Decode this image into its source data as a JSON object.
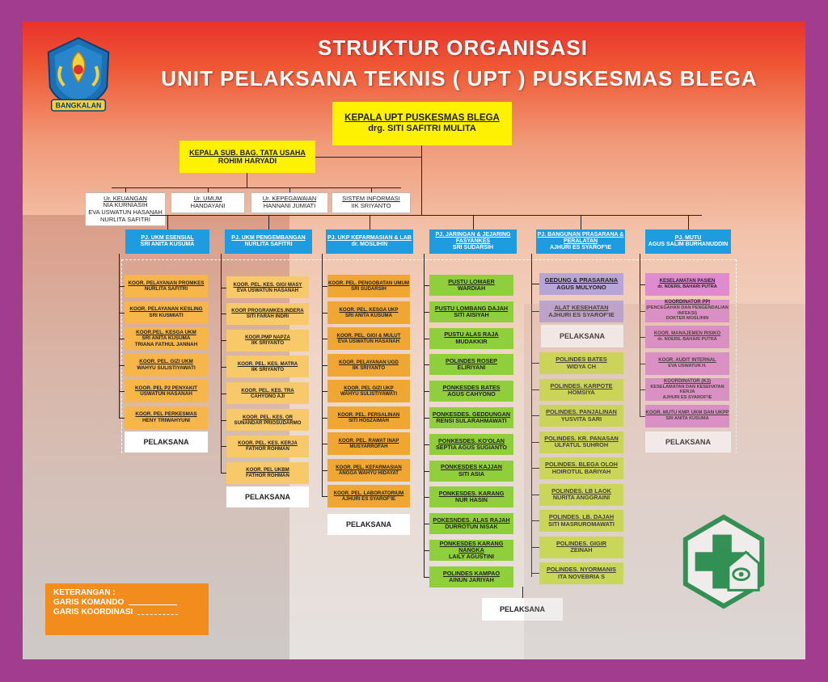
{
  "header": {
    "line1": "STRUKTUR ORGANISASI",
    "line2": "UNIT PELAKSANA TEKNIS ( UPT ) PUSKESMAS BLEGA",
    "logo_text": "BANGKALAN"
  },
  "head": {
    "title": "KEPALA UPT PUSKESMAS BLEGA",
    "name": "drg. SITI SAFITRI MULITA"
  },
  "tu": {
    "title": "KEPALA SUB. BAG. TATA USAHA",
    "name": "ROHIM HARYADI"
  },
  "units": [
    {
      "title": "Ur. KEUANGAN",
      "lines": [
        "NIA KURNIASIH",
        "EVA USWATUN HASANAH",
        "NURLITA SAFITRI"
      ]
    },
    {
      "title": "Ur. UMUM",
      "lines": [
        "HANDAYANI"
      ]
    },
    {
      "title": "Ur. KEPEGAWAIAN",
      "lines": [
        "HANNANI JUMIATI"
      ]
    },
    {
      "title": "SISTEM INFORMASI",
      "lines": [
        "IIK SRIYANTO"
      ]
    }
  ],
  "pj": [
    {
      "title": "PJ. UKM ESENSIAL",
      "name": "SRI ANITA KUSUMA"
    },
    {
      "title": "PJ. UKM PENGEMBANGAN",
      "name": "NURLITA SAFITRI"
    },
    {
      "title": "PJ. UKP KEFARMASIAN & LAB",
      "name": "dr. MOSLIHIN"
    },
    {
      "title": "PJ. JARINGAN & JEJARING FASYANKES",
      "name": "SRI SUDARSIH"
    },
    {
      "title": "PJ. BANGUNAN PRASARANA & PERALATAN",
      "name": "AJHURI ES SYAROF'IE"
    },
    {
      "title": "PJ. MUTU",
      "name": "AGUS SALIM BURHANUDDIN"
    }
  ],
  "col1": [
    {
      "t": "KOOR. PELAYANAN PROMKES",
      "n": "NURLITA SAFITRI"
    },
    {
      "t": "KOOR. PELAYANAN KESLING",
      "n": "SRI KUSMIATI"
    },
    {
      "t": "KOOR.PEL. KESGA UKM",
      "n": "SRI ANITA KUSUMA\nTRIANA FATHUL JANNAH"
    },
    {
      "t": "KOOR. PEL. GIZI UKM",
      "n": "WAHYU SULISTIYAWATI"
    },
    {
      "t": "KOOR. PEL P2 PENYAKIT",
      "n": "USWATUN HASANAH"
    },
    {
      "t": "KOOR. PEL PERKESMAS",
      "n": "HENY TRIWAHYUNI"
    }
  ],
  "col2": [
    {
      "t": "KOOR. PEL. KES. GIGI MASY",
      "n": "EVA USWATUN HASANAH"
    },
    {
      "t": "KOOR PROGRAMKES.INDERA",
      "n": "SITI FARAH INDRI"
    },
    {
      "t": "KOOR.PMP NAPZA",
      "n": "IIK SRIYANTO"
    },
    {
      "t": "KOOR. PEL. KES. MATRA",
      "n": "IIK SRIYANTO"
    },
    {
      "t": "KOOR. PEL. KES. TRA",
      "n": "CAHYONO AJI"
    },
    {
      "t": "KOOR. PEL. KES. OR",
      "n": "SUNANDAR PRIOSUDARMO"
    },
    {
      "t": "KOOR. PEL. KES. KERJA",
      "n": "FATHOR ROHMAN"
    },
    {
      "t": "KOOR. PEL UKBM",
      "n": "FATHOR ROHMAN"
    }
  ],
  "col3": [
    {
      "t": "KOOR. PEL. PENGOBATAN UMUM",
      "n": "SRI SUDARSIH"
    },
    {
      "t": "KOOR. PEL. KESGA UKP",
      "n": "SRI ANITA KUSUMA"
    },
    {
      "t": "KOOR. PEL. GIGI & MULUT",
      "n": "EVA USWATUN HASANAH"
    },
    {
      "t": "KOOR. PELAYANAN UGD",
      "n": "IIK SRIYANTO"
    },
    {
      "t": "KOOR. PEL GIZI UKP",
      "n": "WAHYU SULISTIYAWATI"
    },
    {
      "t": "KOOR. PEL. PERSALINAN",
      "n": "SITI HOSZAIMAH"
    },
    {
      "t": "KOOR. PEL. RAWAT INAP",
      "n": "MUSYARROFAH"
    },
    {
      "t": "KOOR. PEL. KEFARMASIAN",
      "n": "ANGGA WAHYU HIDAYAT"
    },
    {
      "t": "KOOR. PEL. LABORATORIUM",
      "n": "AJHURI ES SYAROF'IE"
    }
  ],
  "col4": [
    {
      "t": "PUSTU LOMAER",
      "n": "WARDIAH"
    },
    {
      "t": "PUSTU LOMBANG DAJAH",
      "n": "SITI AISIYAH"
    },
    {
      "t": "PUSTU ALAS RAJA",
      "n": "MUDAKKIR"
    },
    {
      "t": "POLINDES ROSEP",
      "n": "ELIRIYANI"
    },
    {
      "t": "PONKESDES BATES",
      "n": "AGUS CAHYONO"
    },
    {
      "t": "PONKESDES. GEDDUNGAN",
      "n": "RENSI SULARAHMAWATI"
    },
    {
      "t": "PONKESDES. KO'OLAN",
      "n": "SEPTIA AGUS SUGIANTO"
    },
    {
      "t": "PONKESDES KAJJAN",
      "n": "SITI ASIA"
    },
    {
      "t": "PONKESDES. KARANG",
      "n": "NUR HASIN"
    },
    {
      "t": "POKESNDES. ALAS RAJAH",
      "n": "DURROTUN NISAK"
    },
    {
      "t": "PONKESDES KARANG NANGKA",
      "n": "LAILY AGUSTINI"
    },
    {
      "t": "POLINDES KAMPAO",
      "n": "AINUN JARIYAH"
    }
  ],
  "col5a": [
    {
      "t": "GEDUNG & PRASARANA",
      "n": "AGUS MULYONO"
    },
    {
      "t": "ALAT KESEHATAN",
      "n": "AJHURI ES SYAROF'IE"
    }
  ],
  "col5": [
    {
      "t": "POLINDES BATES",
      "n": "WIDYA CH"
    },
    {
      "t": "POLINDES. KARPOTE",
      "n": "HOMSIYA"
    },
    {
      "t": "POLINDES. PANJALINAN",
      "n": "YUSVITA SARI"
    },
    {
      "t": "POLINDES. KR. PANASAN",
      "n": "ULFATUL SUHROH"
    },
    {
      "t": "POLINDES. BLEGA OLOH",
      "n": "HOIROTUL BARIYAH"
    },
    {
      "t": "POLINDES. LB LAOK",
      "n": "NURITA ANGGRAINI"
    },
    {
      "t": "POLINDES. LB. DAJAH",
      "n": "SITI MASRUROMAWATI"
    },
    {
      "t": "POLINDES. GIGIR",
      "n": "ZEINAH"
    },
    {
      "t": "POLINDES. NYORMANIS",
      "n": "ITA NOVEBRIA S"
    }
  ],
  "col6": [
    {
      "t": "KESELAMATAN PASIEN",
      "n": "dr. NOERIL BAHARI PUTRA"
    },
    {
      "t": "KOORDINATOR PPI",
      "n": "(PENCEGAHAN DAN PENGENDALIAN INFEKSI)\nDOKTER MOSLIHIN"
    },
    {
      "t": "KOOR. MANAJEMEN RISIKO",
      "n": "dr. NOERIL BAHARI PUTRA"
    },
    {
      "t": "KOOR. AUDIT INTERNAL",
      "n": "EVA USWATUN H."
    },
    {
      "t": "KOORDINATOR (K3)",
      "n": "KESELAMATAN DAN KESEHATAN KERJA\nAJHURI ES SYAROF'IE"
    },
    {
      "t": "KOOR. MUTU KMP, UKM DAN UKPP",
      "n": "SRI ANITA KUSUMA"
    }
  ],
  "pelaksana": "PELAKSANA",
  "legend": {
    "title": "KETERANGAN :",
    "komando": "GARIS KOMANDO",
    "koordinasi": "GARIS KOORDINASI"
  },
  "colors": {
    "frame": "#a23c8f",
    "yellow": "#fff200",
    "blue": "#1f9ce0",
    "orange": "#f6b64a",
    "green": "#8fcf3b",
    "lime": "#cde443",
    "lavender": "#b9a4d7",
    "pink": "#e08ad0",
    "legend": "#f28c1c",
    "emblem": "#0e8a3f"
  }
}
